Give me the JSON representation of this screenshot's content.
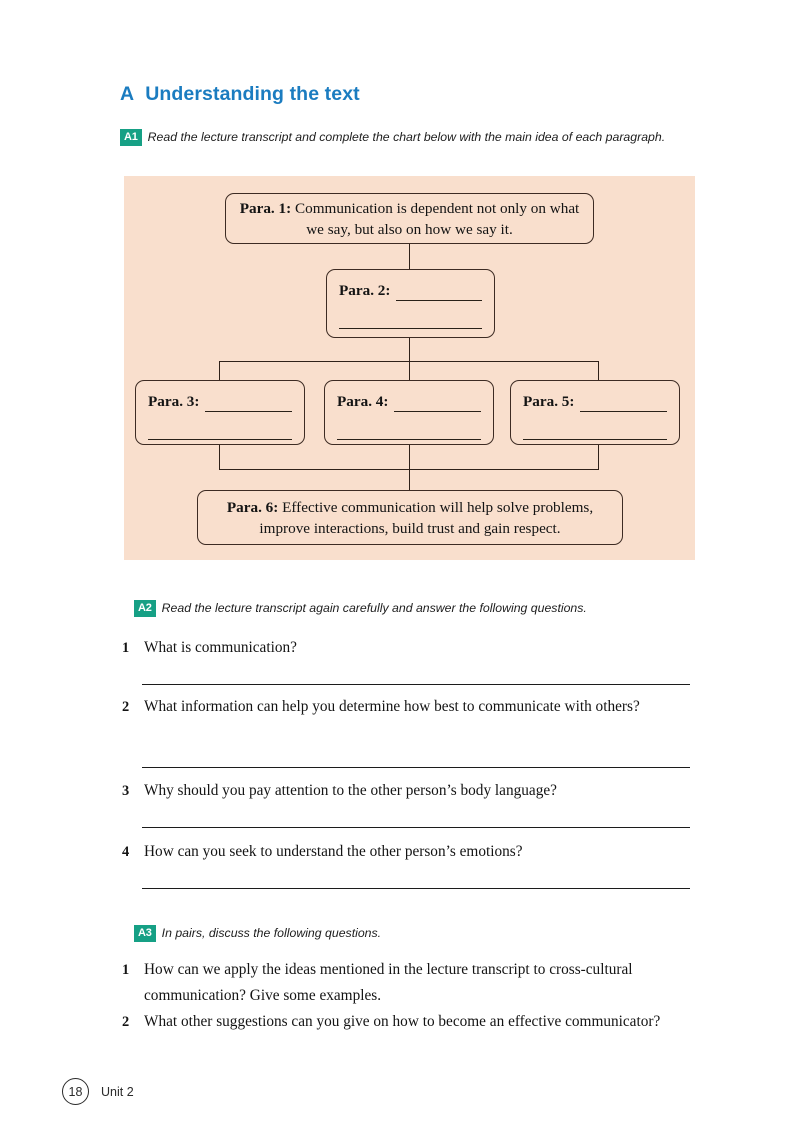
{
  "section": {
    "letter": "A",
    "title": "Understanding the text"
  },
  "tasks": {
    "a1": {
      "badge": "A1",
      "instruction": "Read the lecture transcript and complete the chart below with the main idea of each paragraph."
    },
    "a2": {
      "badge": "A2",
      "instruction": "Read the lecture transcript again carefully and answer the following questions."
    },
    "a3": {
      "badge": "A3",
      "instruction": "In pairs, discuss the following questions."
    }
  },
  "chart_data": {
    "type": "diagram",
    "title": "Paragraph main-idea flow chart",
    "panel_color": "#f9dfcd",
    "box_border_color": "#3d2b23",
    "nodes": [
      {
        "id": "para1",
        "label": "Para. 1:",
        "text": "Communication is dependent not only on what we say, but also on how we say it.",
        "filled": true,
        "level": 1
      },
      {
        "id": "para2",
        "label": "Para. 2:",
        "text": "",
        "filled": false,
        "level": 2
      },
      {
        "id": "para3",
        "label": "Para. 3:",
        "text": "",
        "filled": false,
        "level": 3
      },
      {
        "id": "para4",
        "label": "Para. 4:",
        "text": "",
        "filled": false,
        "level": 3
      },
      {
        "id": "para5",
        "label": "Para. 5:",
        "text": "",
        "filled": false,
        "level": 3
      },
      {
        "id": "para6",
        "label": "Para. 6:",
        "text": "Effective communication will help solve problems, improve interactions, build trust and gain respect.",
        "filled": true,
        "level": 4
      }
    ],
    "edges": [
      {
        "from": "para1",
        "to": "para2"
      },
      {
        "from": "para2",
        "to": "para3"
      },
      {
        "from": "para2",
        "to": "para4"
      },
      {
        "from": "para2",
        "to": "para5"
      },
      {
        "from": "para3",
        "to": "para6"
      },
      {
        "from": "para4",
        "to": "para6"
      },
      {
        "from": "para5",
        "to": "para6"
      }
    ]
  },
  "a2_questions": [
    {
      "num": "1",
      "text": "What is communication?"
    },
    {
      "num": "2",
      "text": "What information can help you determine how best to communicate with others?"
    },
    {
      "num": "3",
      "text": "Why should you pay attention to the other person’s body language?"
    },
    {
      "num": "4",
      "text": "How can you seek to understand the other person’s emotions?"
    }
  ],
  "a3_questions": [
    {
      "num": "1",
      "text": "How can we apply the ideas mentioned in the lecture transcript to cross-cultural communication? Give some examples."
    },
    {
      "num": "2",
      "text": "What other suggestions can you give on how to become an effective communicator?"
    }
  ],
  "footer": {
    "page_number": "18",
    "unit_label": "Unit 2"
  },
  "colors": {
    "heading_blue": "#1b7cc0",
    "badge_green": "#16a085",
    "panel_peach": "#f9dfcd"
  }
}
